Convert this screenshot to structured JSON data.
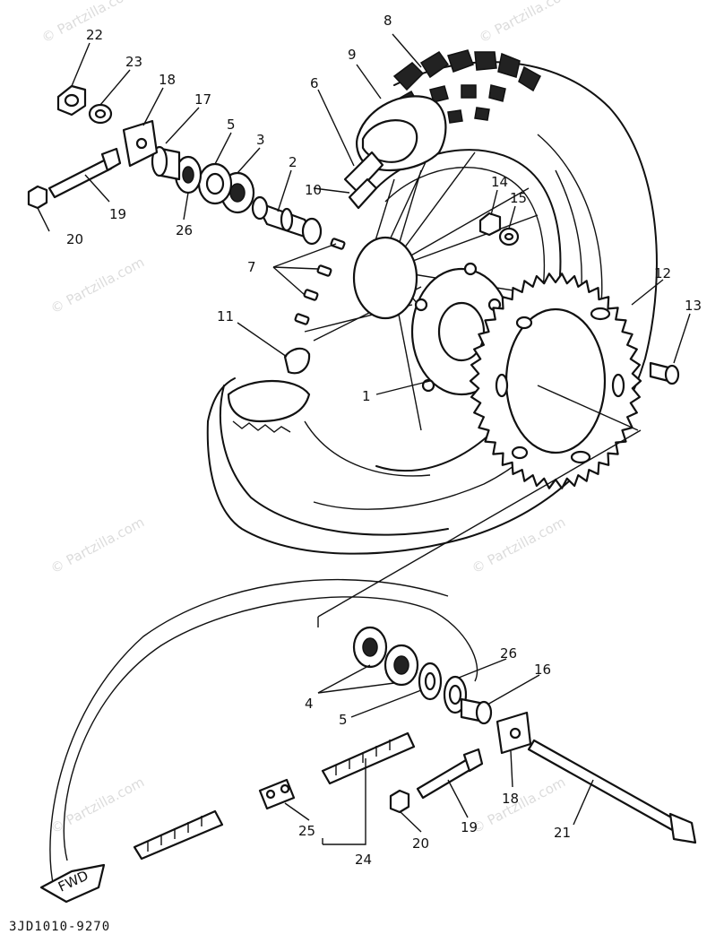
{
  "diagram": {
    "drawing_code": "3JD1010-9270",
    "fwd_label": "FWD",
    "watermark_text": "© Partzilla.com",
    "callouts": {
      "c1": "1",
      "c2": "2",
      "c3": "3",
      "c4": "4",
      "c5a": "5",
      "c5b": "5",
      "c6": "6",
      "c7": "7",
      "c8": "8",
      "c9": "9",
      "c10": "10",
      "c11": "11",
      "c12": "12",
      "c13": "13",
      "c14": "14",
      "c15": "15",
      "c16": "16",
      "c17": "17",
      "c18a": "18",
      "c18b": "18",
      "c19a": "19",
      "c19b": "19",
      "c20a": "20",
      "c20b": "20",
      "c21": "21",
      "c22": "22",
      "c23": "23",
      "c24": "24",
      "c25": "25",
      "c26a": "26",
      "c26b": "26"
    }
  }
}
